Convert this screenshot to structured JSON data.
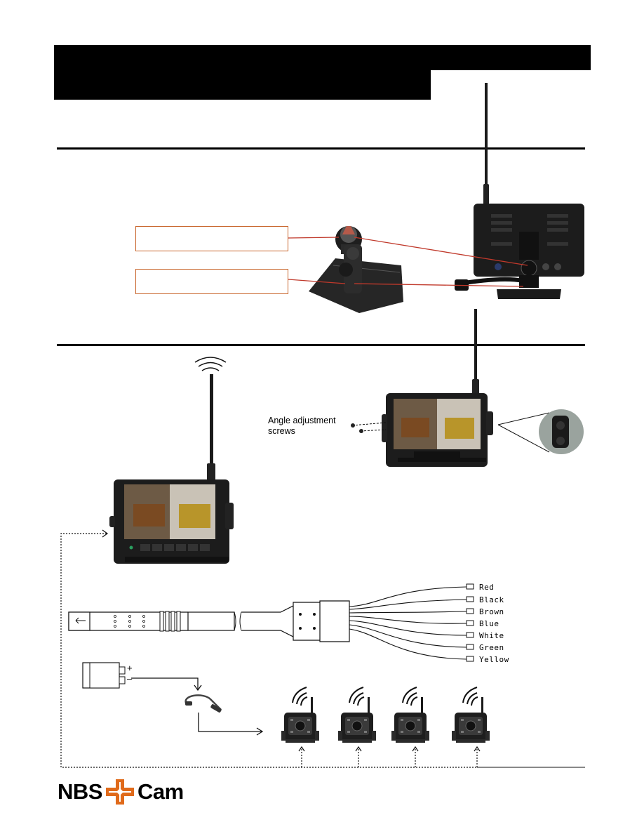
{
  "callout": {
    "angle_adjustment": [
      "Angle adjustment",
      "screws"
    ]
  },
  "wires": [
    "Red",
    "Black",
    "Brown",
    "Blue",
    "White",
    "Green",
    "Yellow"
  ],
  "power": {
    "plus": "+",
    "minus": "–"
  },
  "logo": {
    "left": "NBS",
    "right": "Cam",
    "brand_color": "#e06a1a"
  },
  "colors": {
    "callout_box_border": "#c8642a",
    "leader_line": "#c0392b"
  }
}
